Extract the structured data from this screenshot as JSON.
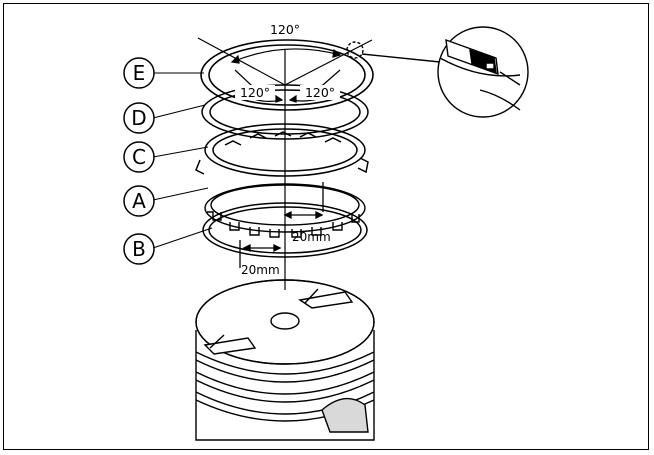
{
  "labels": {
    "E": "E",
    "D": "D",
    "C": "C",
    "A": "A",
    "B": "B"
  },
  "angles": {
    "top": "120°",
    "left": "120°",
    "right": "120°"
  },
  "distances": {
    "upper": "20mm",
    "lower": "20mm"
  },
  "colors": {
    "ink": "#000000",
    "paper": "#ffffff",
    "shade": "#d9d9d9"
  }
}
